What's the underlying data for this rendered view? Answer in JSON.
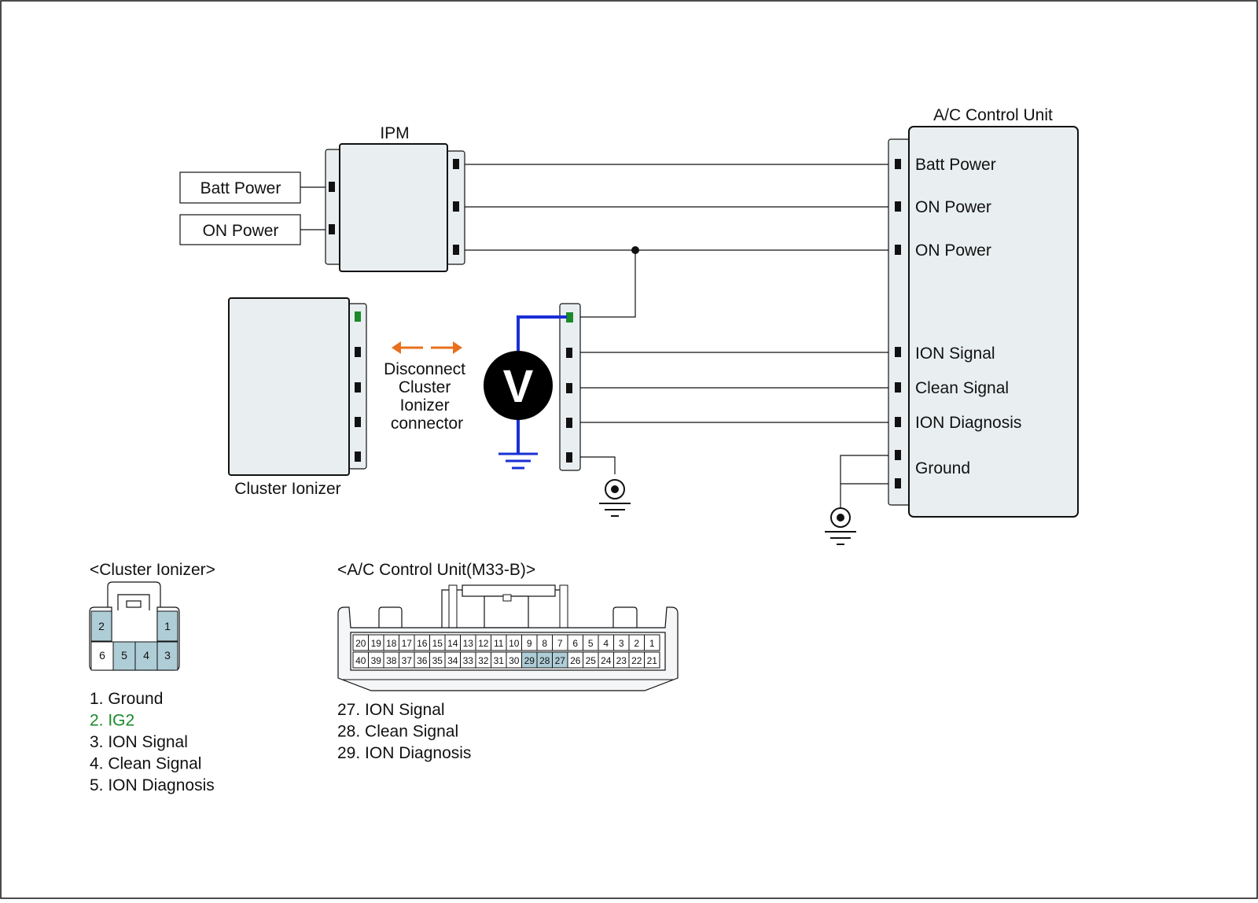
{
  "diagram": {
    "ipm": {
      "title": "IPM",
      "inputs": [
        "Batt Power",
        "ON Power"
      ]
    },
    "ac_unit": {
      "title": "A/C Control Unit",
      "pins": [
        "Batt Power",
        "ON Power",
        "ON Power",
        "ION Signal",
        "Clean Signal",
        "ION Diagnosis",
        "Ground"
      ]
    },
    "cluster_ionizer": {
      "title": "Cluster Ionizer"
    },
    "instruction": [
      "Disconnect",
      "Cluster",
      "Ionizer",
      "connector"
    ],
    "meter_symbol": "V",
    "colors": {
      "meter_lead": "#1a2fd6",
      "arrow": "#e8701e",
      "ig2": "#1a8a2a",
      "highlight_cell": "#aecdd6",
      "panel": "#e9eef0"
    }
  },
  "cluster_connector": {
    "title": "<Cluster Ionizer>",
    "top_row": [
      "2",
      "1"
    ],
    "bottom_row": [
      "6",
      "5",
      "4",
      "3"
    ],
    "legend": [
      {
        "text": "1. Ground",
        "highlight": false
      },
      {
        "text": "2. IG2",
        "highlight": true
      },
      {
        "text": "3. ION Signal",
        "highlight": false
      },
      {
        "text": "4. Clean Signal",
        "highlight": false
      },
      {
        "text": "5. ION Diagnosis",
        "highlight": false
      }
    ]
  },
  "ac_connector": {
    "title": "<A/C Control Unit(M33-B)>",
    "row1": [
      "20",
      "19",
      "18",
      "17",
      "16",
      "15",
      "14",
      "13",
      "12",
      "11",
      "10",
      "9",
      "8",
      "7",
      "6",
      "5",
      "4",
      "3",
      "2",
      "1"
    ],
    "row2": [
      "40",
      "39",
      "38",
      "37",
      "36",
      "35",
      "34",
      "33",
      "32",
      "31",
      "30",
      "29",
      "28",
      "27",
      "26",
      "25",
      "24",
      "23",
      "22",
      "21"
    ],
    "highlighted": [
      "29",
      "28",
      "27"
    ],
    "legend": [
      "27. ION Signal",
      "28. Clean Signal",
      "29. ION Diagnosis"
    ]
  }
}
